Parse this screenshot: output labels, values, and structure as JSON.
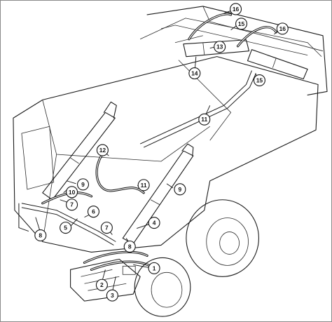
{
  "callouts": [
    {
      "id": "c1",
      "label": "1"
    },
    {
      "id": "c2",
      "label": "2"
    },
    {
      "id": "c3",
      "label": "3"
    },
    {
      "id": "c4",
      "label": "4"
    },
    {
      "id": "c5",
      "label": "5"
    },
    {
      "id": "c6",
      "label": "6"
    },
    {
      "id": "c7a",
      "label": "7"
    },
    {
      "id": "c7b",
      "label": "7"
    },
    {
      "id": "c8a",
      "label": "8"
    },
    {
      "id": "c8b",
      "label": "8"
    },
    {
      "id": "c9a",
      "label": "9"
    },
    {
      "id": "c9b",
      "label": "9"
    },
    {
      "id": "c10",
      "label": "10"
    },
    {
      "id": "c11a",
      "label": "11"
    },
    {
      "id": "c11b",
      "label": "11"
    },
    {
      "id": "c12",
      "label": "12"
    },
    {
      "id": "c13",
      "label": "13"
    },
    {
      "id": "c14",
      "label": "14"
    },
    {
      "id": "c15a",
      "label": "15"
    },
    {
      "id": "c15b",
      "label": "15"
    },
    {
      "id": "c16a",
      "label": "16"
    },
    {
      "id": "c16b",
      "label": "16"
    }
  ]
}
